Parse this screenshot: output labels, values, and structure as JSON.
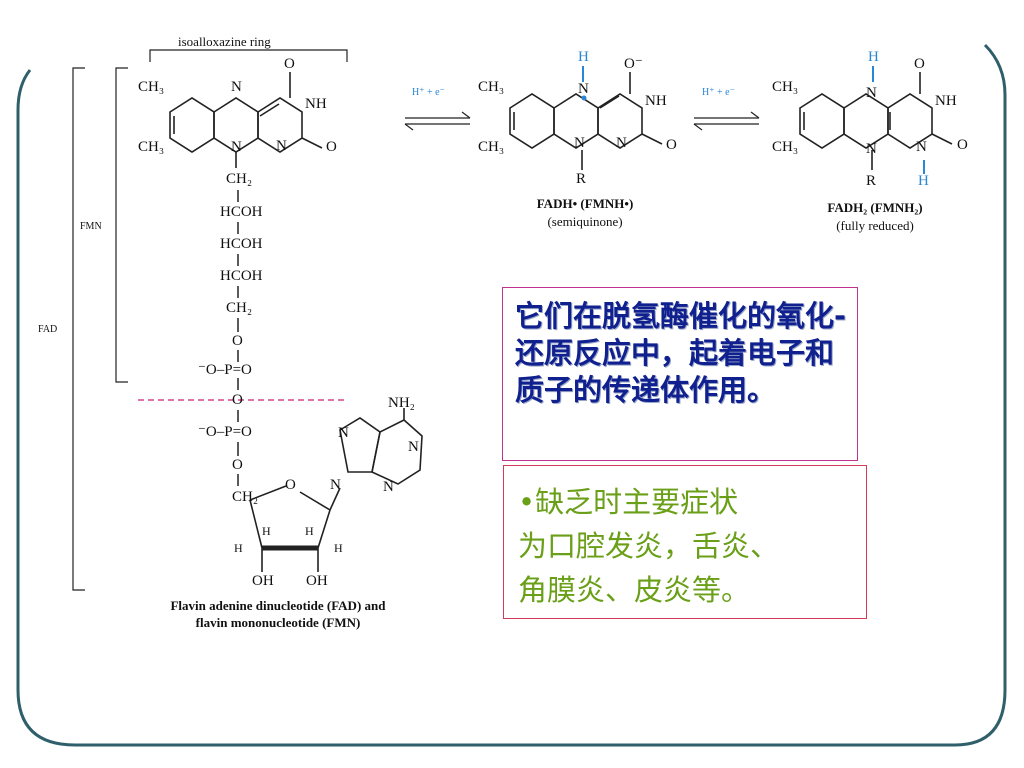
{
  "slide": {
    "frame_color": "#2e5f6a",
    "box1_text": "它们在脱氢酶催化的氧化-还原反应中，起着电子和质子的传递体作用。",
    "box2_lines": [
      "•缺乏时主要症状",
      "为口腔发炎，舌炎、",
      "角膜炎、皮炎等。"
    ]
  },
  "diagram": {
    "isoalloxazine_label": "isoalloxazine ring",
    "fmn_label": "FMN",
    "fad_label": "FAD",
    "caption_line1": "Flavin adenine dinucleotide (FAD) and",
    "caption_line2": "flavin mononucleotide (FMN)",
    "arrow_label": "H⁺ + e⁻",
    "semiquinone_name": "FADH• (FMNH•)",
    "semiquinone_desc": "(semiquinone)",
    "reduced_name": "FADH₂ (FMNH₂)",
    "reduced_desc": "(fully reduced)",
    "atoms": {
      "ch3": "CH₃",
      "n": "N",
      "nh": "NH",
      "o": "O",
      "o_minus": "O⁻",
      "h": "H",
      "r": "R",
      "ch2": "CH₂",
      "hcoh": "HCOH",
      "o_p_o": "⁻O–P=O",
      "nh2": "NH₂",
      "oh": "OH"
    }
  }
}
